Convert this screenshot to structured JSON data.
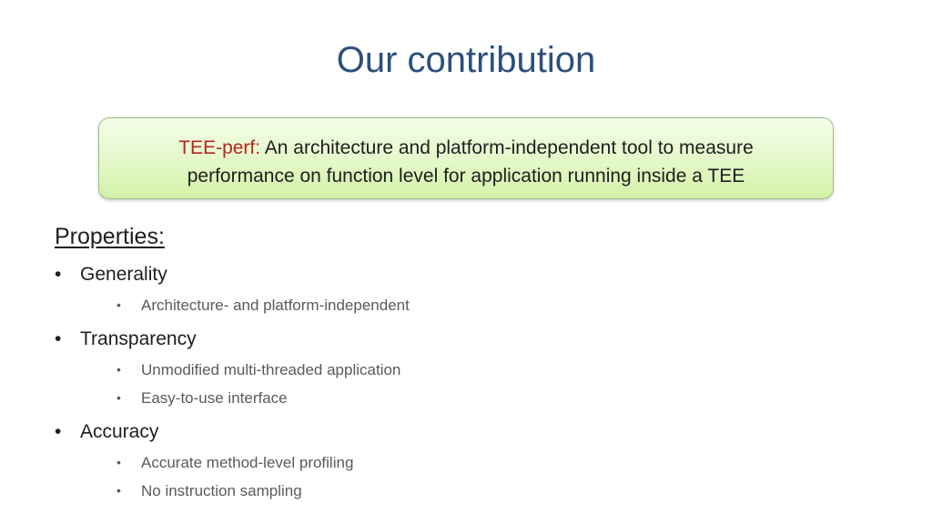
{
  "slide": {
    "title": "Our contribution"
  },
  "callout": {
    "tool_name": "TEE-perf:",
    "line1": " An architecture and platform-independent tool to measure",
    "line2": "performance on function level for application running inside a TEE"
  },
  "properties": {
    "heading": "Properties:",
    "bullet_glyph": "•",
    "items": [
      {
        "label": "Generality",
        "subitems": [
          "Architecture- and platform-independent"
        ]
      },
      {
        "label": "Transparency",
        "subitems": [
          "Unmodified multi-threaded application",
          "Easy-to-use interface"
        ]
      },
      {
        "label": "Accuracy",
        "subitems": [
          "Accurate method-level profiling",
          "No instruction sampling"
        ]
      }
    ]
  },
  "colors": {
    "title": "#2c4f7c",
    "tool_name": "#b3261e",
    "callout_fill": "#e3f8c8",
    "callout_border": "#9fbf86",
    "body_text": "#1e1e1e",
    "sub_text": "#5a5a5a"
  }
}
